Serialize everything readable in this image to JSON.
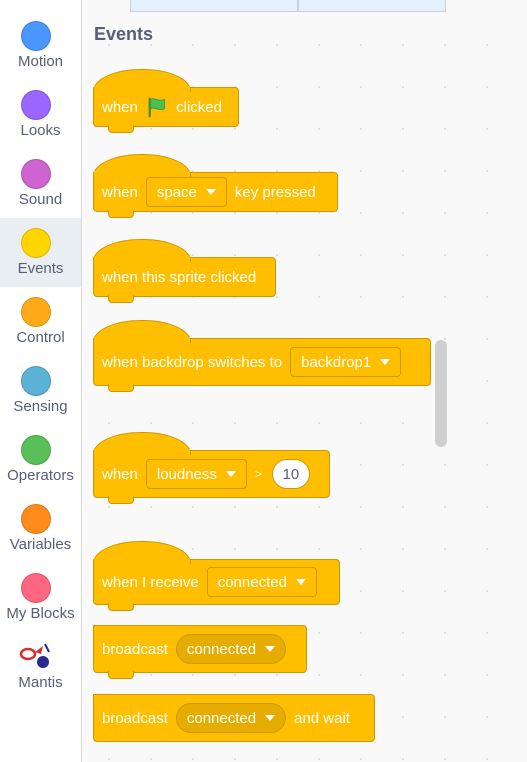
{
  "categories": [
    {
      "label": "Motion",
      "color": "#4c97ff"
    },
    {
      "label": "Looks",
      "color": "#9966ff"
    },
    {
      "label": "Sound",
      "color": "#cf63cf"
    },
    {
      "label": "Events",
      "color": "#ffd500",
      "selected": true
    },
    {
      "label": "Control",
      "color": "#ffab19"
    },
    {
      "label": "Sensing",
      "color": "#5cb1d6"
    },
    {
      "label": "Operators",
      "color": "#59c059"
    },
    {
      "label": "Variables",
      "color": "#ff8c1a"
    },
    {
      "label": "My Blocks",
      "color": "#ff6680"
    },
    {
      "label": "Mantis",
      "icon": "mantis-extension-icon"
    }
  ],
  "flyout": {
    "title": "Events",
    "block_color": "#ffbf00",
    "blocks": {
      "flag_clicked": {
        "pre": "when",
        "icon": "green-flag-icon",
        "post": "clicked"
      },
      "key_pressed": {
        "pre": "when",
        "dropdown": "space",
        "post": "key pressed"
      },
      "sprite_clicked": {
        "text": "when this sprite clicked"
      },
      "backdrop_switches": {
        "pre": "when backdrop switches to",
        "dropdown": "backdrop1"
      },
      "loudness": {
        "pre": "when",
        "dropdown": "loudness",
        "op": ">",
        "value": "10"
      },
      "i_receive": {
        "pre": "when I receive",
        "dropdown": "connected"
      },
      "broadcast": {
        "pre": "broadcast",
        "dropdown": "connected"
      },
      "broadcast_wait": {
        "pre": "broadcast",
        "dropdown": "connected",
        "post": "and wait"
      }
    }
  }
}
